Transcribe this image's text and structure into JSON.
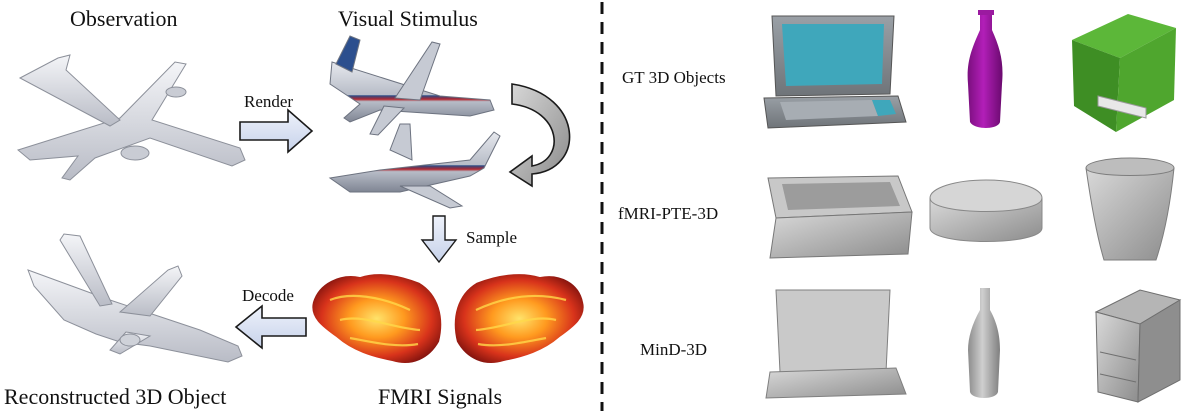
{
  "pipeline": {
    "observation_label": "Observation",
    "visual_stimulus_label": "Visual Stimulus",
    "render_label": "Render",
    "sample_label": "Sample",
    "decode_label": "Decode",
    "reconstructed_label": "Reconstructed 3D Object",
    "fmri_signals_label": "FMRI Signals"
  },
  "comparison": {
    "rows": [
      {
        "label": "GT 3D Objects"
      },
      {
        "label": "fMRI-PTE-3D"
      },
      {
        "label": "MinD-3D"
      }
    ]
  }
}
